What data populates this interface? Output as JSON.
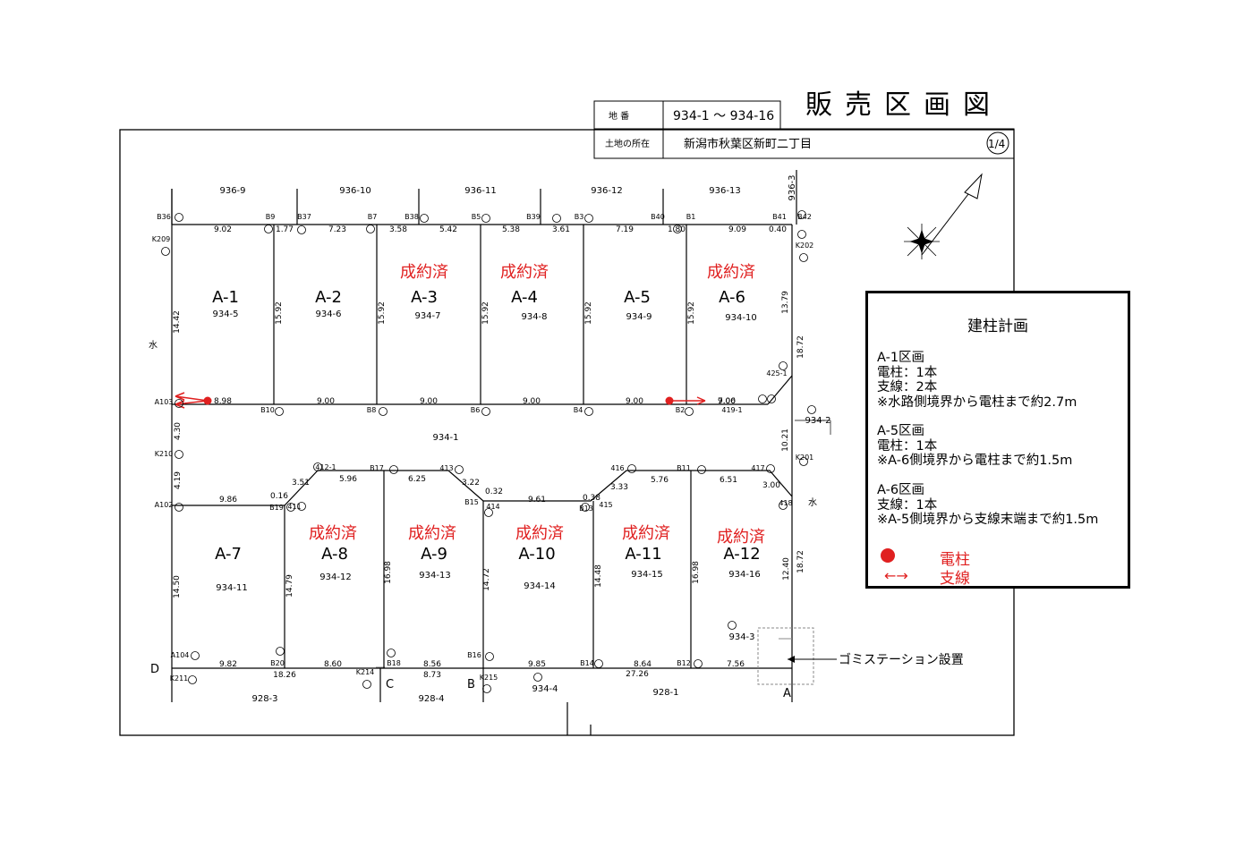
{
  "title": "販売区画図",
  "info_table": {
    "lot_label": "地 番",
    "lot_value": "934-1 ～ 934-16",
    "location_label": "土地の所在",
    "location_value": "新潟市秋葉区新町二丁目",
    "page": "1/4"
  },
  "lots": [
    {
      "id": "A-1",
      "parcel": "934-5",
      "sold": ""
    },
    {
      "id": "A-2",
      "parcel": "934-6",
      "sold": ""
    },
    {
      "id": "A-3",
      "parcel": "934-7",
      "sold": "成約済"
    },
    {
      "id": "A-4",
      "parcel": "934-8",
      "sold": "成約済"
    },
    {
      "id": "A-5",
      "parcel": "934-9",
      "sold": ""
    },
    {
      "id": "A-6",
      "parcel": "934-10",
      "sold": "成約済"
    },
    {
      "id": "A-7",
      "parcel": "934-11",
      "sold": ""
    },
    {
      "id": "A-8",
      "parcel": "934-12",
      "sold": "成約済"
    },
    {
      "id": "A-9",
      "parcel": "934-13",
      "sold": "成約済"
    },
    {
      "id": "A-10",
      "parcel": "934-14",
      "sold": "成約済"
    },
    {
      "id": "A-11",
      "parcel": "934-15",
      "sold": "成約済"
    },
    {
      "id": "A-12",
      "parcel": "934-16",
      "sold": "成約済"
    }
  ],
  "neighbors_top": [
    "936-9",
    "936-10",
    "936-11",
    "936-12",
    "936-13",
    "936-3"
  ],
  "neighbors_bottom": [
    "928-3",
    "928-4",
    "934-4",
    "928-1"
  ],
  "misc_labels": {
    "road": "934-1",
    "right_parcel": "934-2",
    "station_parcel": "934-3",
    "water_left": "水",
    "water_right": "水"
  },
  "corner_letters": [
    "A",
    "B",
    "C",
    "D"
  ],
  "dims_top": [
    "9.02",
    "1.77",
    "7.23",
    "3.58",
    "5.42",
    "5.38",
    "3.61",
    "7.19",
    "1.80",
    "9.09",
    "0.40"
  ],
  "dims_mid": [
    "8.98",
    "9.00",
    "9.00",
    "9.00",
    "9.00",
    "9.00",
    "7.06"
  ],
  "dims_upper_vert": [
    "14.42",
    "15.92",
    "15.92",
    "15.92",
    "15.92",
    "15.92",
    "13.79",
    "18.72"
  ],
  "dims_lower_top": [
    "9.86",
    "0.16",
    "3.51",
    "5.96",
    "6.25",
    "3.22",
    "0.32",
    "9.61",
    "0.38",
    "3.33",
    "5.76",
    "6.51",
    "3.00"
  ],
  "dims_lower_vert": [
    "14.50",
    "14.79",
    "16.98",
    "14.72",
    "14.48",
    "16.98",
    "12.40",
    "18.72"
  ],
  "dims_bottom": [
    "9.82",
    "8.60",
    "8.56",
    "9.85",
    "8.64",
    "7.56",
    "18.26",
    "8.73",
    "27.26"
  ],
  "dims_side": [
    "4.30",
    "4.19",
    "10.21"
  ],
  "markers": [
    "B36",
    "B9",
    "B37",
    "B7",
    "B38",
    "B5",
    "B39",
    "B3",
    "B40",
    "B1",
    "B41",
    "B42",
    "K209",
    "K202",
    "A103",
    "B10",
    "B8",
    "B6",
    "B4",
    "B2",
    "419-1",
    "425-1",
    "K210",
    "K201",
    "A102",
    "B19",
    "411",
    "412-1",
    "B17",
    "413",
    "B15",
    "414",
    "B13",
    "415",
    "416",
    "B11",
    "417",
    "418",
    "A104",
    "B20",
    "B18",
    "B16",
    "B14",
    "B12",
    "K211",
    "K214",
    "K215"
  ],
  "legend": {
    "title": "建柱計画",
    "blocks": [
      [
        "A-1区画",
        "電柱：1本",
        "支線：2本",
        "※水路側境界から電柱まで約2.7m"
      ],
      [
        "A-5区画",
        "電柱：1本",
        "※A-6側境界から電柱まで約1.5m"
      ],
      [
        "A-6区画",
        "支線：1本",
        "※A-5側境界から支線末端まで約1.5m"
      ]
    ],
    "pole_label": "電柱",
    "stay_label": "支線",
    "pole_color": "#e02020"
  },
  "station_label": "ゴミステーション設置"
}
